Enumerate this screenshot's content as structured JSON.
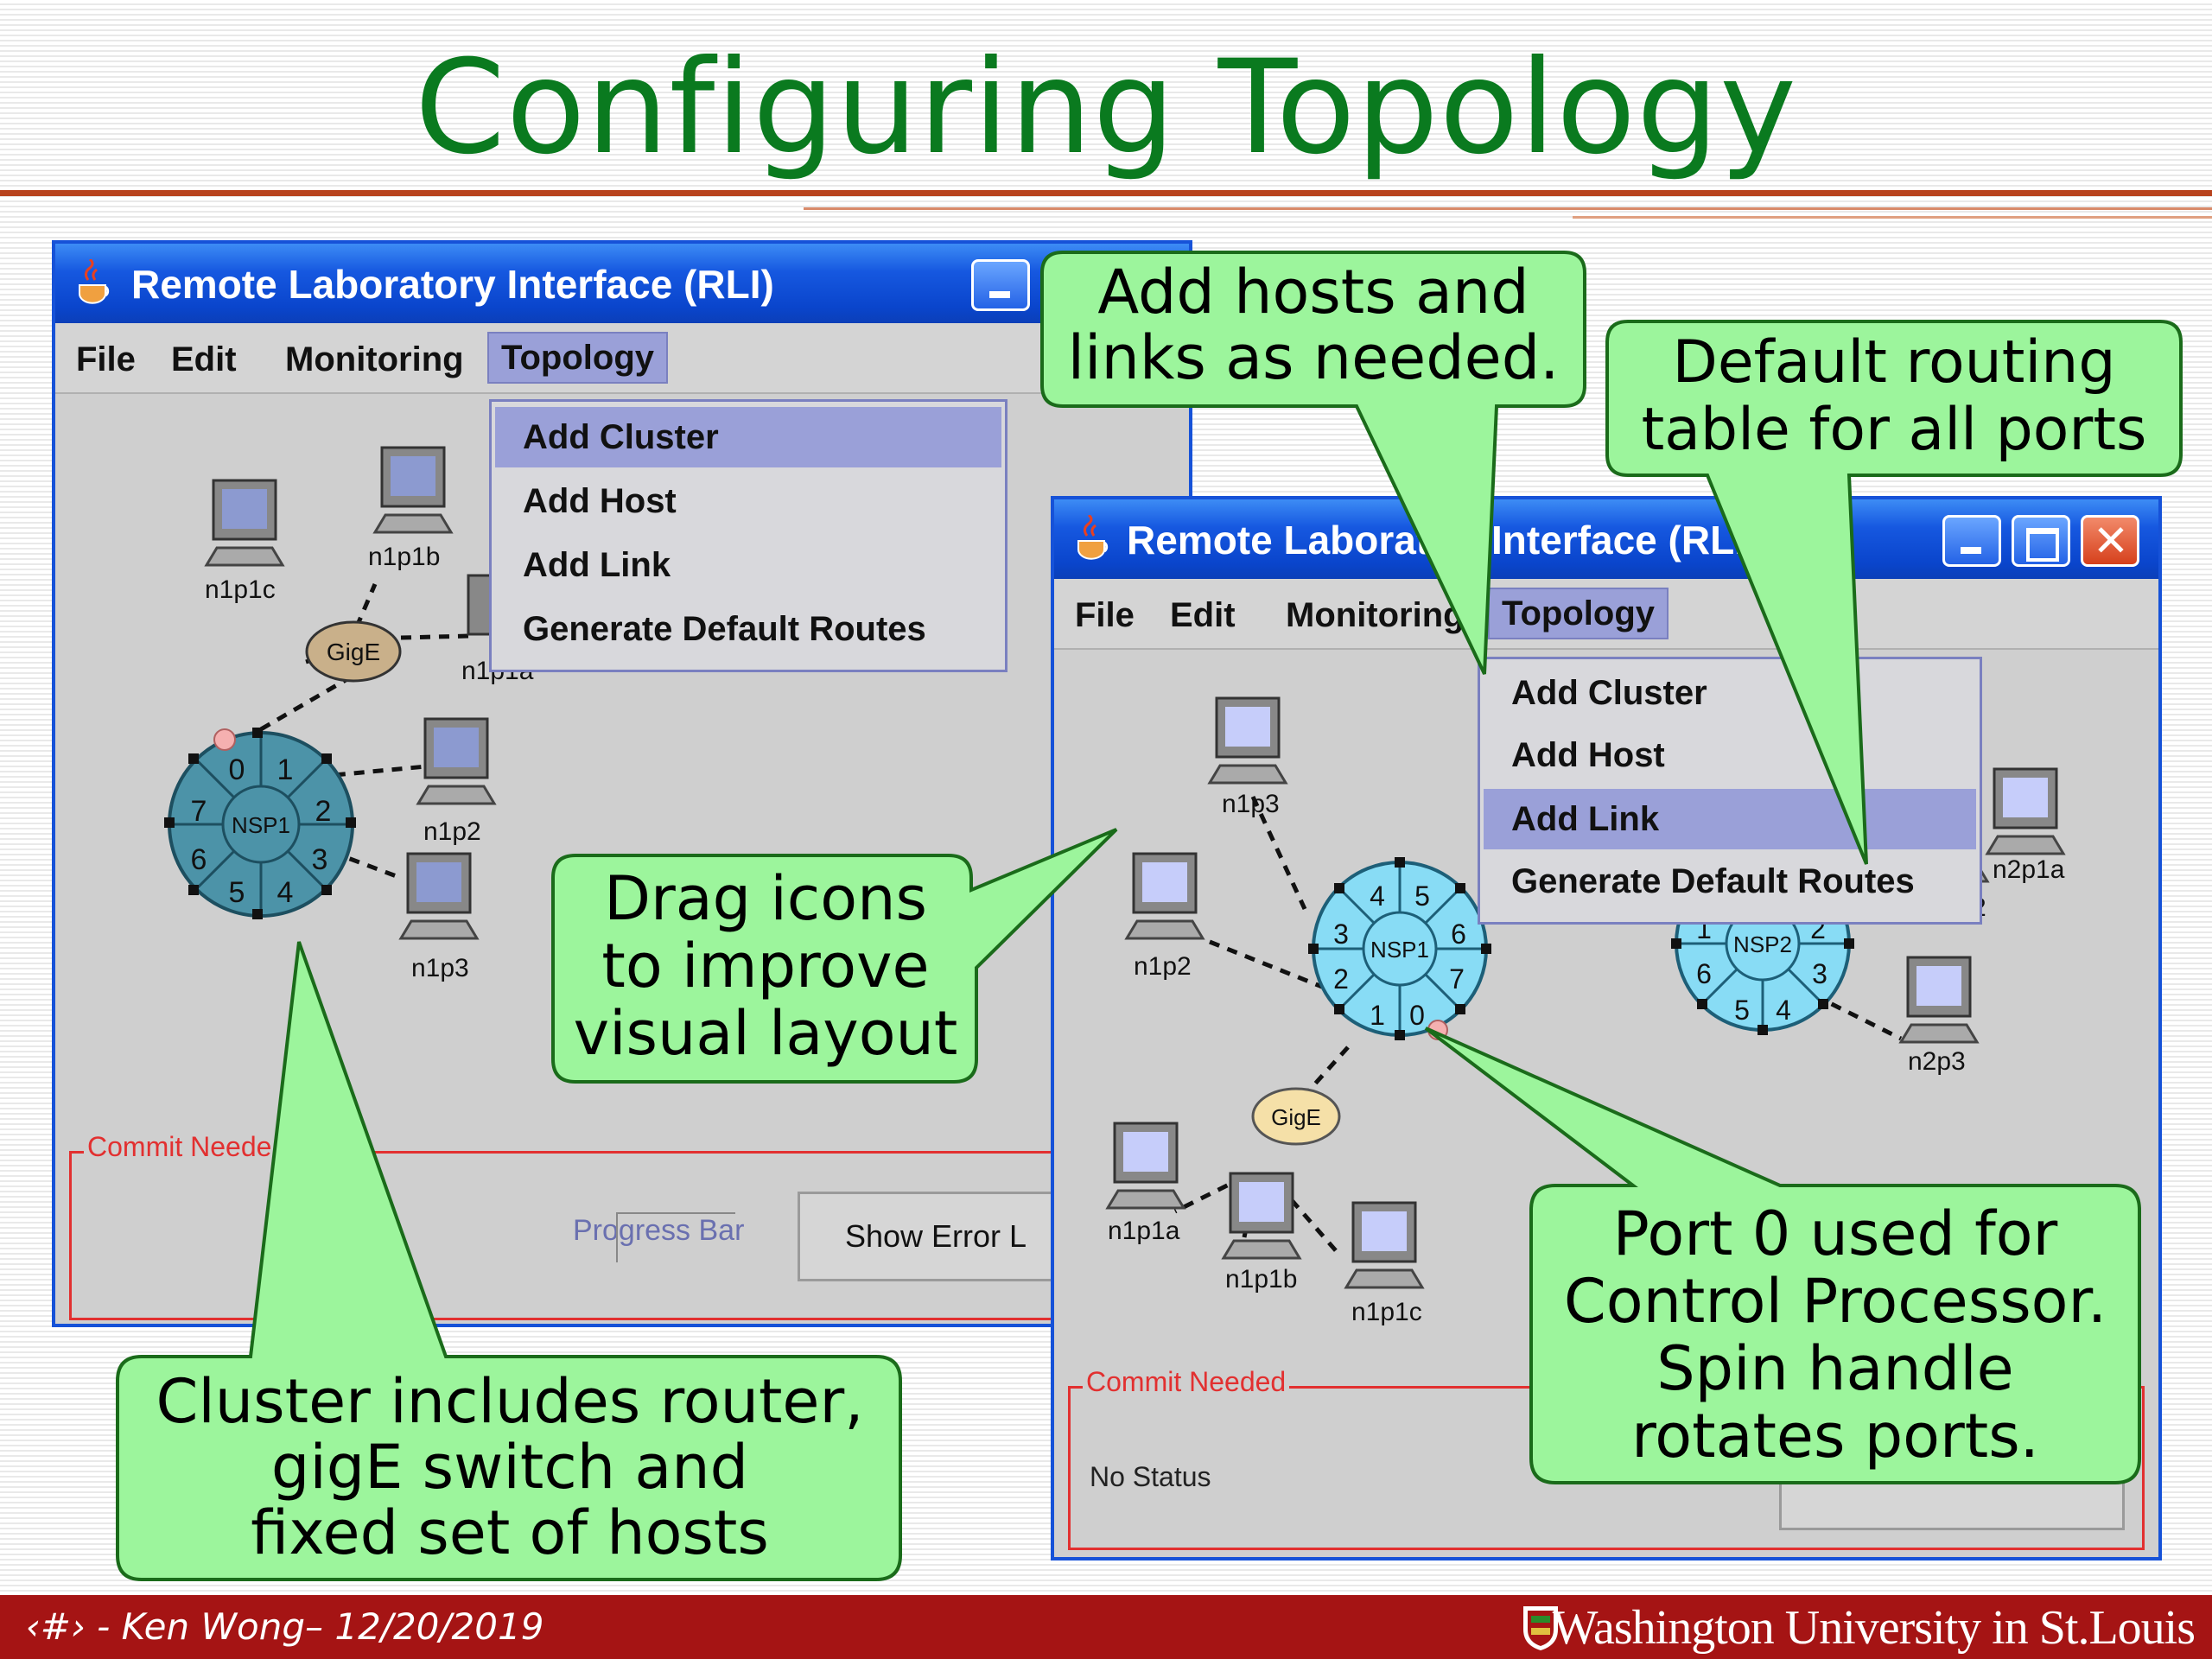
{
  "slide": {
    "title": "Configuring Topology"
  },
  "window1": {
    "title": "Remote Laboratory Interface (RLI)",
    "menu": {
      "file": "File",
      "edit": "Edit",
      "monitoring": "Monitoring",
      "topology": "Topology"
    },
    "dropdown": [
      "Add Cluster",
      "Add Host",
      "Add Link",
      "Generate Default Routes"
    ],
    "selected_item": "Add Cluster",
    "router": {
      "label": "NSP1",
      "ports": [
        "0",
        "1",
        "2",
        "3",
        "4",
        "5",
        "6",
        "7"
      ]
    },
    "switch_label": "GigE",
    "hosts": [
      "n1p1c",
      "n1p1b",
      "n1p1a",
      "n1p2",
      "n1p3"
    ],
    "status_legend": "Commit Neede",
    "progress_label": "Progress Bar",
    "error_button": "Show Error L"
  },
  "window2": {
    "title": "Remote Laborato",
    "title_tail": "Interface (RLI",
    "menu": {
      "file": "File",
      "edit": "Edit",
      "monitoring": "Monitoring",
      "topology": "Topology"
    },
    "dropdown": [
      "Add Cluster",
      "Add Host",
      "Add Link",
      "Generate Default Routes"
    ],
    "selected_item": "Add Link",
    "router1": {
      "label": "NSP1",
      "ports": [
        "0",
        "1",
        "2",
        "3",
        "4",
        "5",
        "6",
        "7"
      ]
    },
    "router2": {
      "label": "NSP2",
      "ports": [
        "1",
        "2",
        "3",
        "4",
        "5",
        "6"
      ]
    },
    "switch_label": "GigE",
    "hosts": [
      "n1p3",
      "n1p2",
      "n1p1a",
      "n1p1b",
      "n1p1c",
      "n2p1a",
      "n2p2",
      "n2p3"
    ],
    "status_legend": "Commit Needed",
    "status_text": "No Status"
  },
  "callouts": {
    "add_hosts": [
      "Add hosts and",
      "links as needed."
    ],
    "default_routing": [
      "Default routing",
      "table for all ports"
    ],
    "drag_icons": [
      "Drag icons",
      "to improve",
      "visual layout"
    ],
    "port0": [
      "Port 0 used for",
      "Control Processor.",
      "Spin handle",
      "rotates ports."
    ],
    "cluster": [
      "Cluster includes router,",
      "gigE switch and",
      "fixed set of hosts"
    ]
  },
  "footer": {
    "left": "‹#› - Ken Wong– 12/20/2019",
    "right": "Washington University in St.Louis"
  },
  "colors": {
    "title_green": "#0a7a1f",
    "callout_fill": "#9cf59c",
    "footer_red": "#a51414",
    "window_blue": "#1652d8",
    "menu_highlight": "#9aa0d8"
  }
}
